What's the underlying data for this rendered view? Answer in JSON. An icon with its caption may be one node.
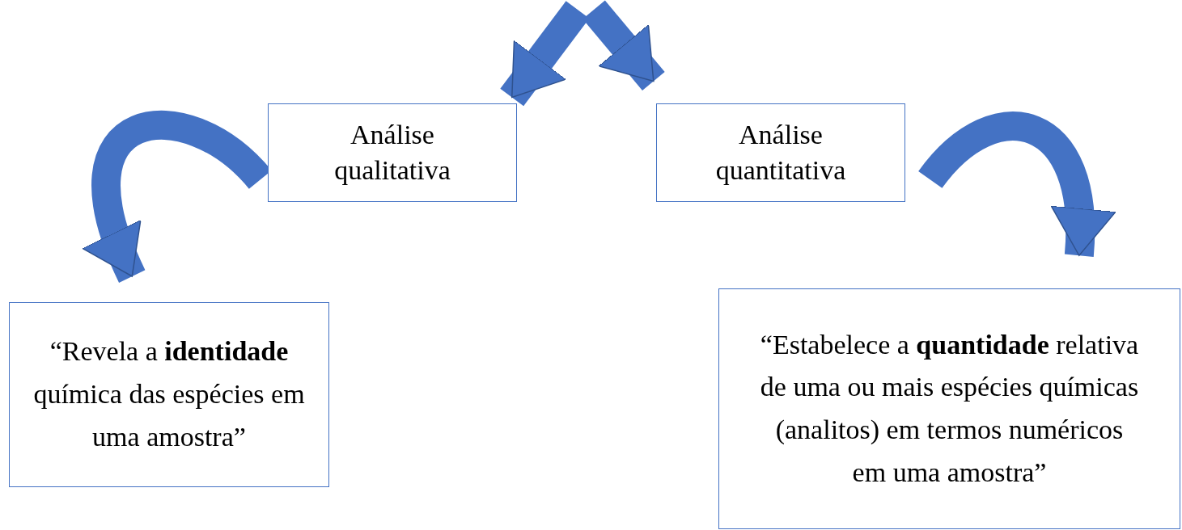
{
  "diagram": {
    "nodes": [
      {
        "text": [
          "Análise qualitativa"
        ]
      },
      {
        "text": [
          "Análise quantitativa"
        ]
      },
      {
        "text": [
          "“Revela a **identidade** química das espécies em uma amostra”"
        ]
      },
      {
        "text": [
          "“Estabelece a **quantidade** relativa de uma ou mais espécies químicas (analitos) em termos numéricos em uma amostra”"
        ]
      }
    ],
    "edges": [
      {
        "from": null,
        "to": 0,
        "arrow": "to"
      },
      {
        "from": null,
        "to": 1,
        "arrow": "to"
      },
      {
        "from": 0,
        "to": 2,
        "arrow": "to"
      },
      {
        "from": 1,
        "to": 3,
        "arrow": "to"
      }
    ]
  }
}
